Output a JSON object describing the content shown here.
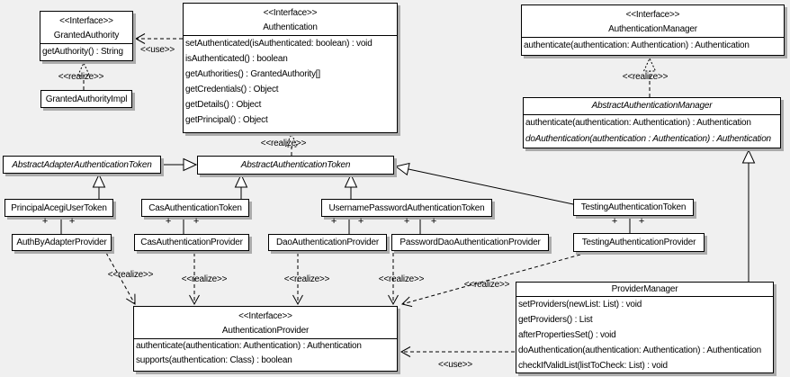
{
  "diagram": {
    "edge_labels": {
      "realize": "<<realize>>",
      "use": "<<use>>",
      "plus": "+"
    },
    "classes": {
      "granted_authority": {
        "stereotype": "<<Interface>>",
        "name": "GrantedAuthority",
        "methods": [
          "getAuthority() : String"
        ]
      },
      "granted_authority_impl": {
        "name": "GrantedAuthorityImpl"
      },
      "authentication": {
        "stereotype": "<<Interface>>",
        "name": "Authentication",
        "methods": [
          "setAuthenticated(isAuthenticated: boolean) : void",
          "isAuthenticated() : boolean",
          "getAuthorities() : GrantedAuthority[]",
          "getCredentials() : Object",
          "getDetails() : Object",
          "getPrincipal() : Object"
        ]
      },
      "authentication_manager": {
        "stereotype": "<<Interface>>",
        "name": "AuthenticationManager",
        "methods": [
          "authenticate(authentication: Authentication) : Authentication"
        ]
      },
      "abstract_authentication_manager": {
        "name": "AbstractAuthenticationManager",
        "methods": [
          "authenticate(authentication: Authentication) : Authentication",
          "doAuthentication(authentication : Authentication) : Authentication"
        ]
      },
      "abstract_adapter_authentication_token": {
        "name": "AbstractAdapterAuthenticationToken"
      },
      "abstract_authentication_token": {
        "name": "AbstractAuthenticationToken"
      },
      "principal_acegi_user_token": {
        "name": "PrincipalAcegiUserToken"
      },
      "cas_authentication_token": {
        "name": "CasAuthenticationToken"
      },
      "username_password_authentication_token": {
        "name": "UsernamePasswordAuthenticationToken"
      },
      "testing_authentication_token": {
        "name": "TestingAuthenticationToken"
      },
      "auth_by_adapter_provider": {
        "name": "AuthByAdapterProvider"
      },
      "cas_authentication_provider": {
        "name": "CasAuthenticationProvider"
      },
      "dao_authentication_provider": {
        "name": "DaoAuthenticationProvider"
      },
      "password_dao_authentication_provider": {
        "name": "PasswordDaoAuthenticationProvider"
      },
      "testing_authentication_provider": {
        "name": "TestingAuthenticationProvider"
      },
      "authentication_provider": {
        "stereotype": "<<Interface>>",
        "name": "AuthenticationProvider",
        "methods": [
          "authenticate(authentication: Authentication) : Authentication",
          "supports(authentication: Class) : boolean"
        ]
      },
      "provider_manager": {
        "name": "ProviderManager",
        "methods": [
          "setProviders(newList: List) : void",
          "getProviders() : List",
          "afterPropertiesSet() : void",
          "doAuthentication(authentication: Authentication) : Authentication",
          "checkIfValidList(listToCheck: List) : void"
        ]
      }
    }
  }
}
